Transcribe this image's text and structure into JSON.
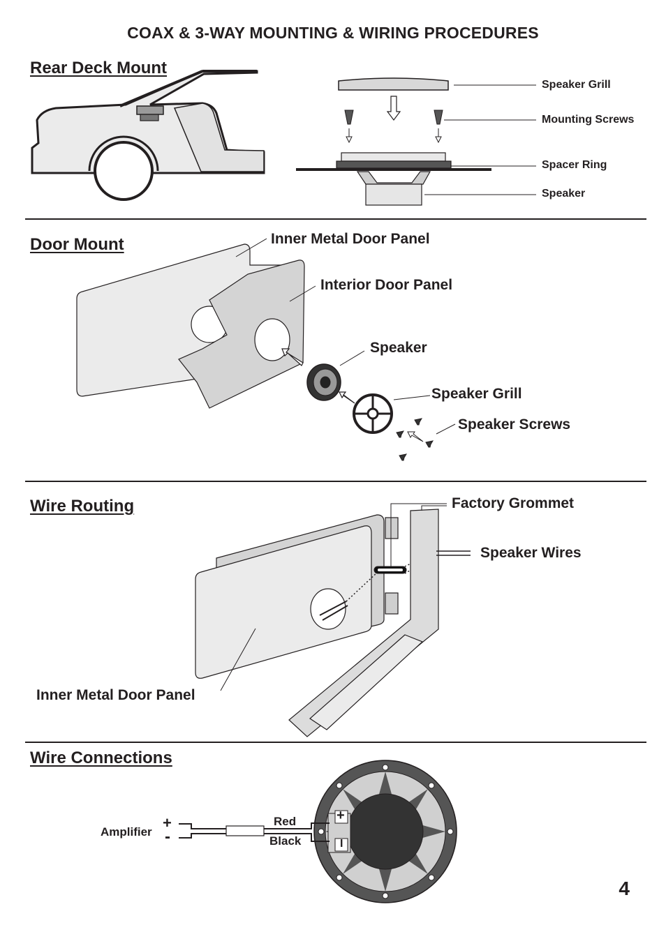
{
  "title": "COAX & 3-WAY  MOUNTING & WIRING PROCEDURES",
  "page_number": "4",
  "sections": {
    "rear_deck": {
      "heading": "Rear Deck Mount",
      "labels": {
        "grill": "Speaker Grill",
        "screws": "Mounting Screws",
        "spacer": "Spacer Ring",
        "speaker": "Speaker"
      }
    },
    "door_mount": {
      "heading": "Door Mount",
      "labels": {
        "inner_panel": "Inner Metal Door Panel",
        "interior_panel": "Interior Door Panel",
        "speaker": "Speaker",
        "grill": "Speaker Grill",
        "screws": "Speaker Screws"
      }
    },
    "wire_routing": {
      "heading": "Wire Routing",
      "labels": {
        "grommet": "Factory Grommet",
        "wires": "Speaker Wires",
        "inner_panel": "Inner Metal Door Panel"
      }
    },
    "wire_connections": {
      "heading": "Wire Connections",
      "labels": {
        "amplifier": "Amplifier",
        "plus": "+",
        "minus": "-",
        "red": "Red",
        "black": "Black",
        "term_plus": "+",
        "term_minus": "I"
      }
    }
  },
  "colors": {
    "ink": "#231f20",
    "light_fill": "#ebebeb",
    "mid_fill": "#d4d4d4",
    "dark_fill": "#555555"
  }
}
